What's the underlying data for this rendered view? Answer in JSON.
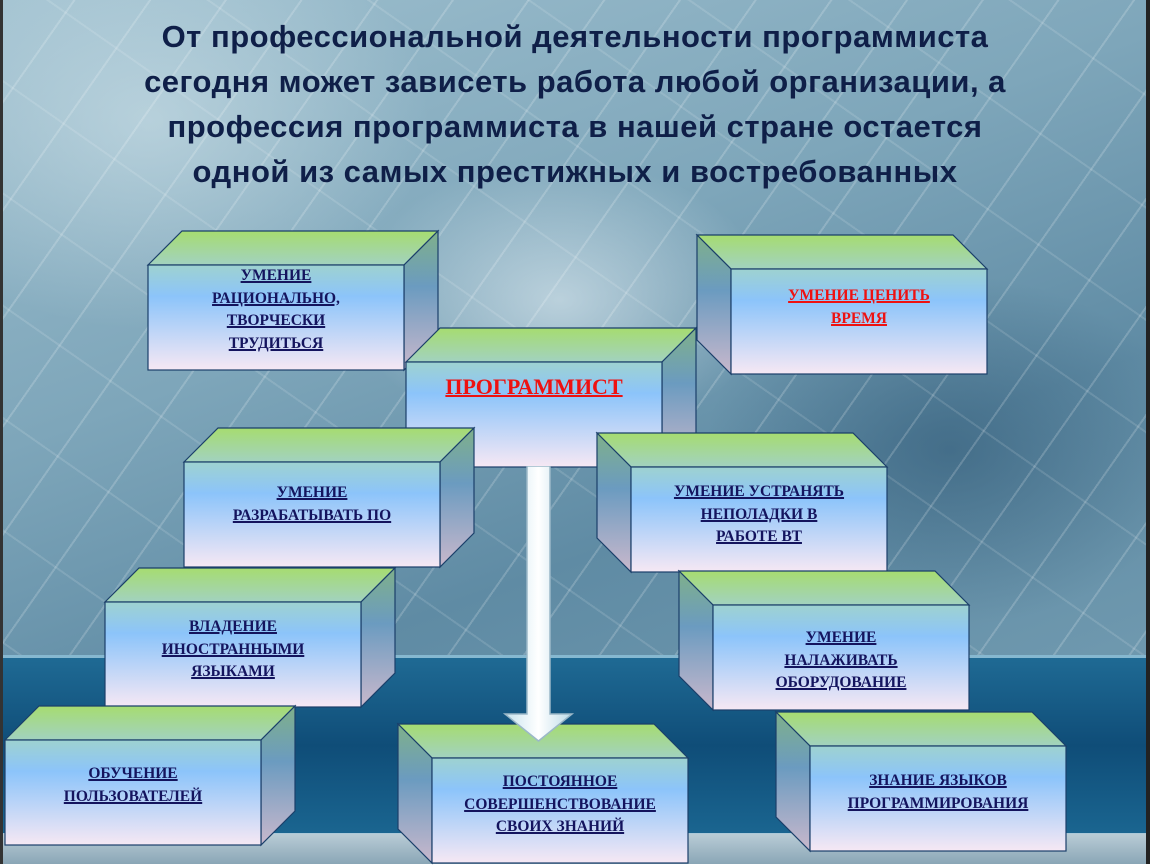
{
  "title": {
    "lines": [
      "От профессиональной деятельности программиста",
      "сегодня может зависеть работа любой организации, а",
      "профессия программиста в нашей стране остается",
      "одной из самых престижных и востребованных"
    ]
  },
  "boxes": {
    "rational": {
      "lines": [
        "УМЕНИЕ",
        "РАЦИОНАЛЬНО,",
        "ТВОРЧЕСКИ",
        "ТРУДИТЬСЯ"
      ]
    },
    "time": {
      "lines": [
        "УМЕНИЕ ЦЕНИТЬ",
        "ВРЕМЯ"
      ]
    },
    "programmer": {
      "lines": [
        "ПРОГРАММИСТ"
      ]
    },
    "develop": {
      "lines": [
        "УМЕНИЕ",
        "РАЗРАБАТЫВАТЬ ПО"
      ]
    },
    "fix": {
      "lines": [
        "УМЕНИЕ УСТРАНЯТЬ",
        "НЕПОЛАДКИ В",
        "РАБОТЕ ВТ"
      ]
    },
    "languages": {
      "lines": [
        "ВЛАДЕНИЕ",
        "ИНОСТРАННЫМИ",
        "ЯЗЫКАМИ"
      ]
    },
    "hardware": {
      "lines": [
        "УМЕНИЕ",
        "НАЛАЖИВАТЬ",
        "ОБОРУДОВАНИЕ"
      ]
    },
    "training": {
      "lines": [
        "ОБУЧЕНИЕ",
        "ПОЛЬЗОВАТЕЛЕЙ"
      ]
    },
    "improve": {
      "lines": [
        "ПОСТОЯННОЕ",
        "СОВЕРШЕНСТВОВАНИЕ",
        "СВОИХ ЗНАНИЙ"
      ]
    },
    "proglang": {
      "lines": [
        "ЗНАНИЕ ЯЗЫКОВ",
        "ПРОГРАММИРОВАНИЯ"
      ]
    }
  },
  "colors": {
    "title": "#0f1f48",
    "box_text": "#14145e",
    "highlight": "#ee1111"
  }
}
